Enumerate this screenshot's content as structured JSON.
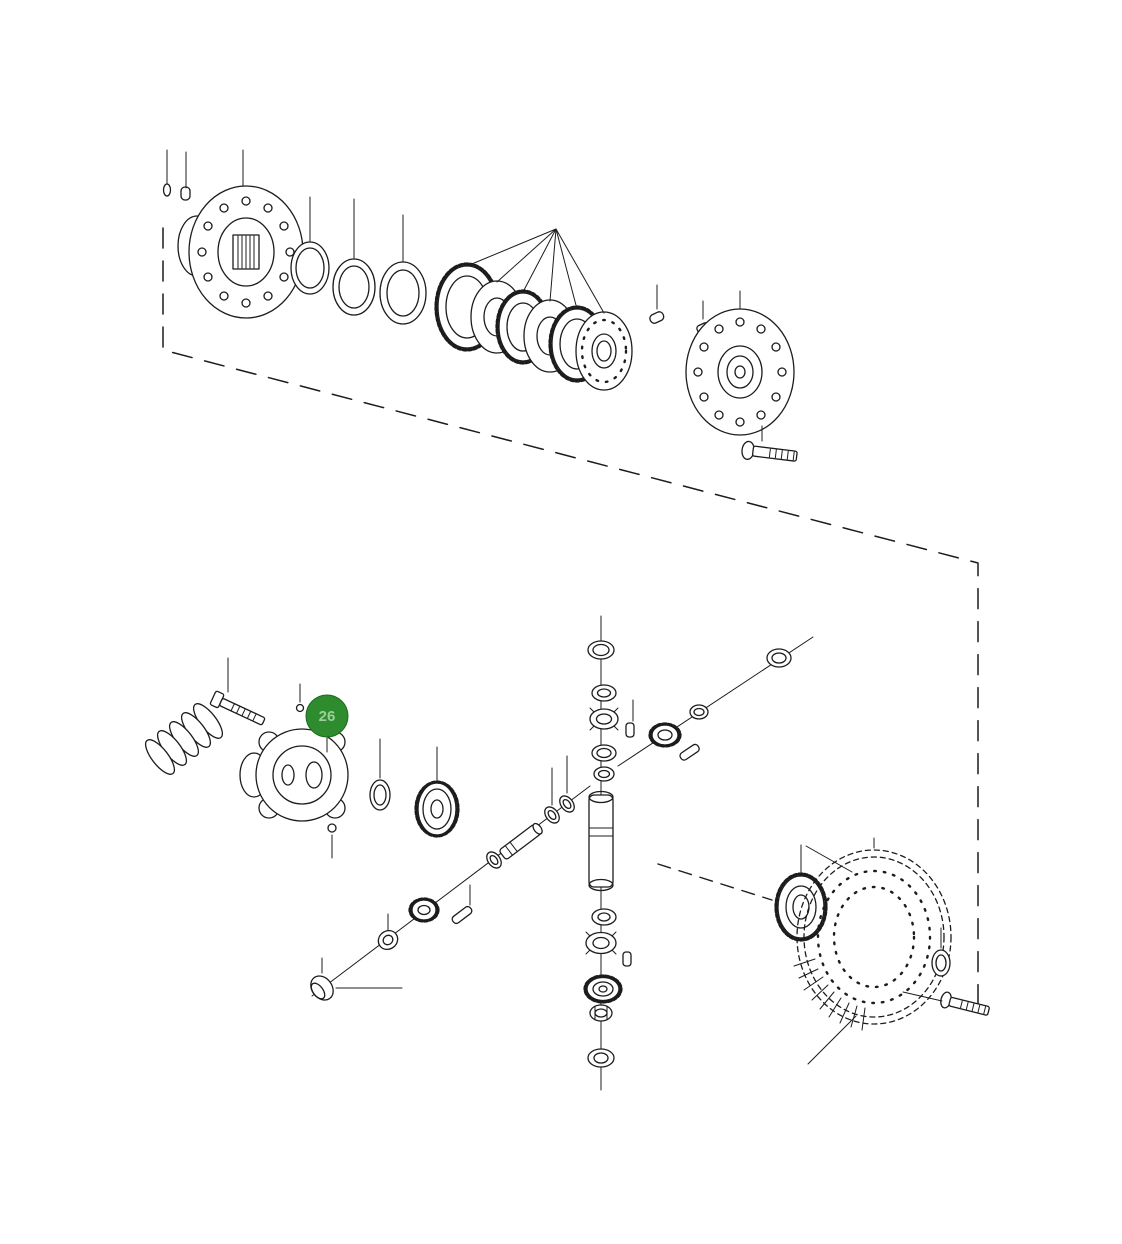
{
  "canvas": {
    "background": "#ffffff",
    "line_color": "#1c1c1c",
    "width": "1122",
    "height": "1244"
  },
  "callout": {
    "number": "26",
    "circle_fill": "#2e8b2e",
    "circle_stroke": "#1d6b1d",
    "text_color": "#9ccf9c"
  }
}
